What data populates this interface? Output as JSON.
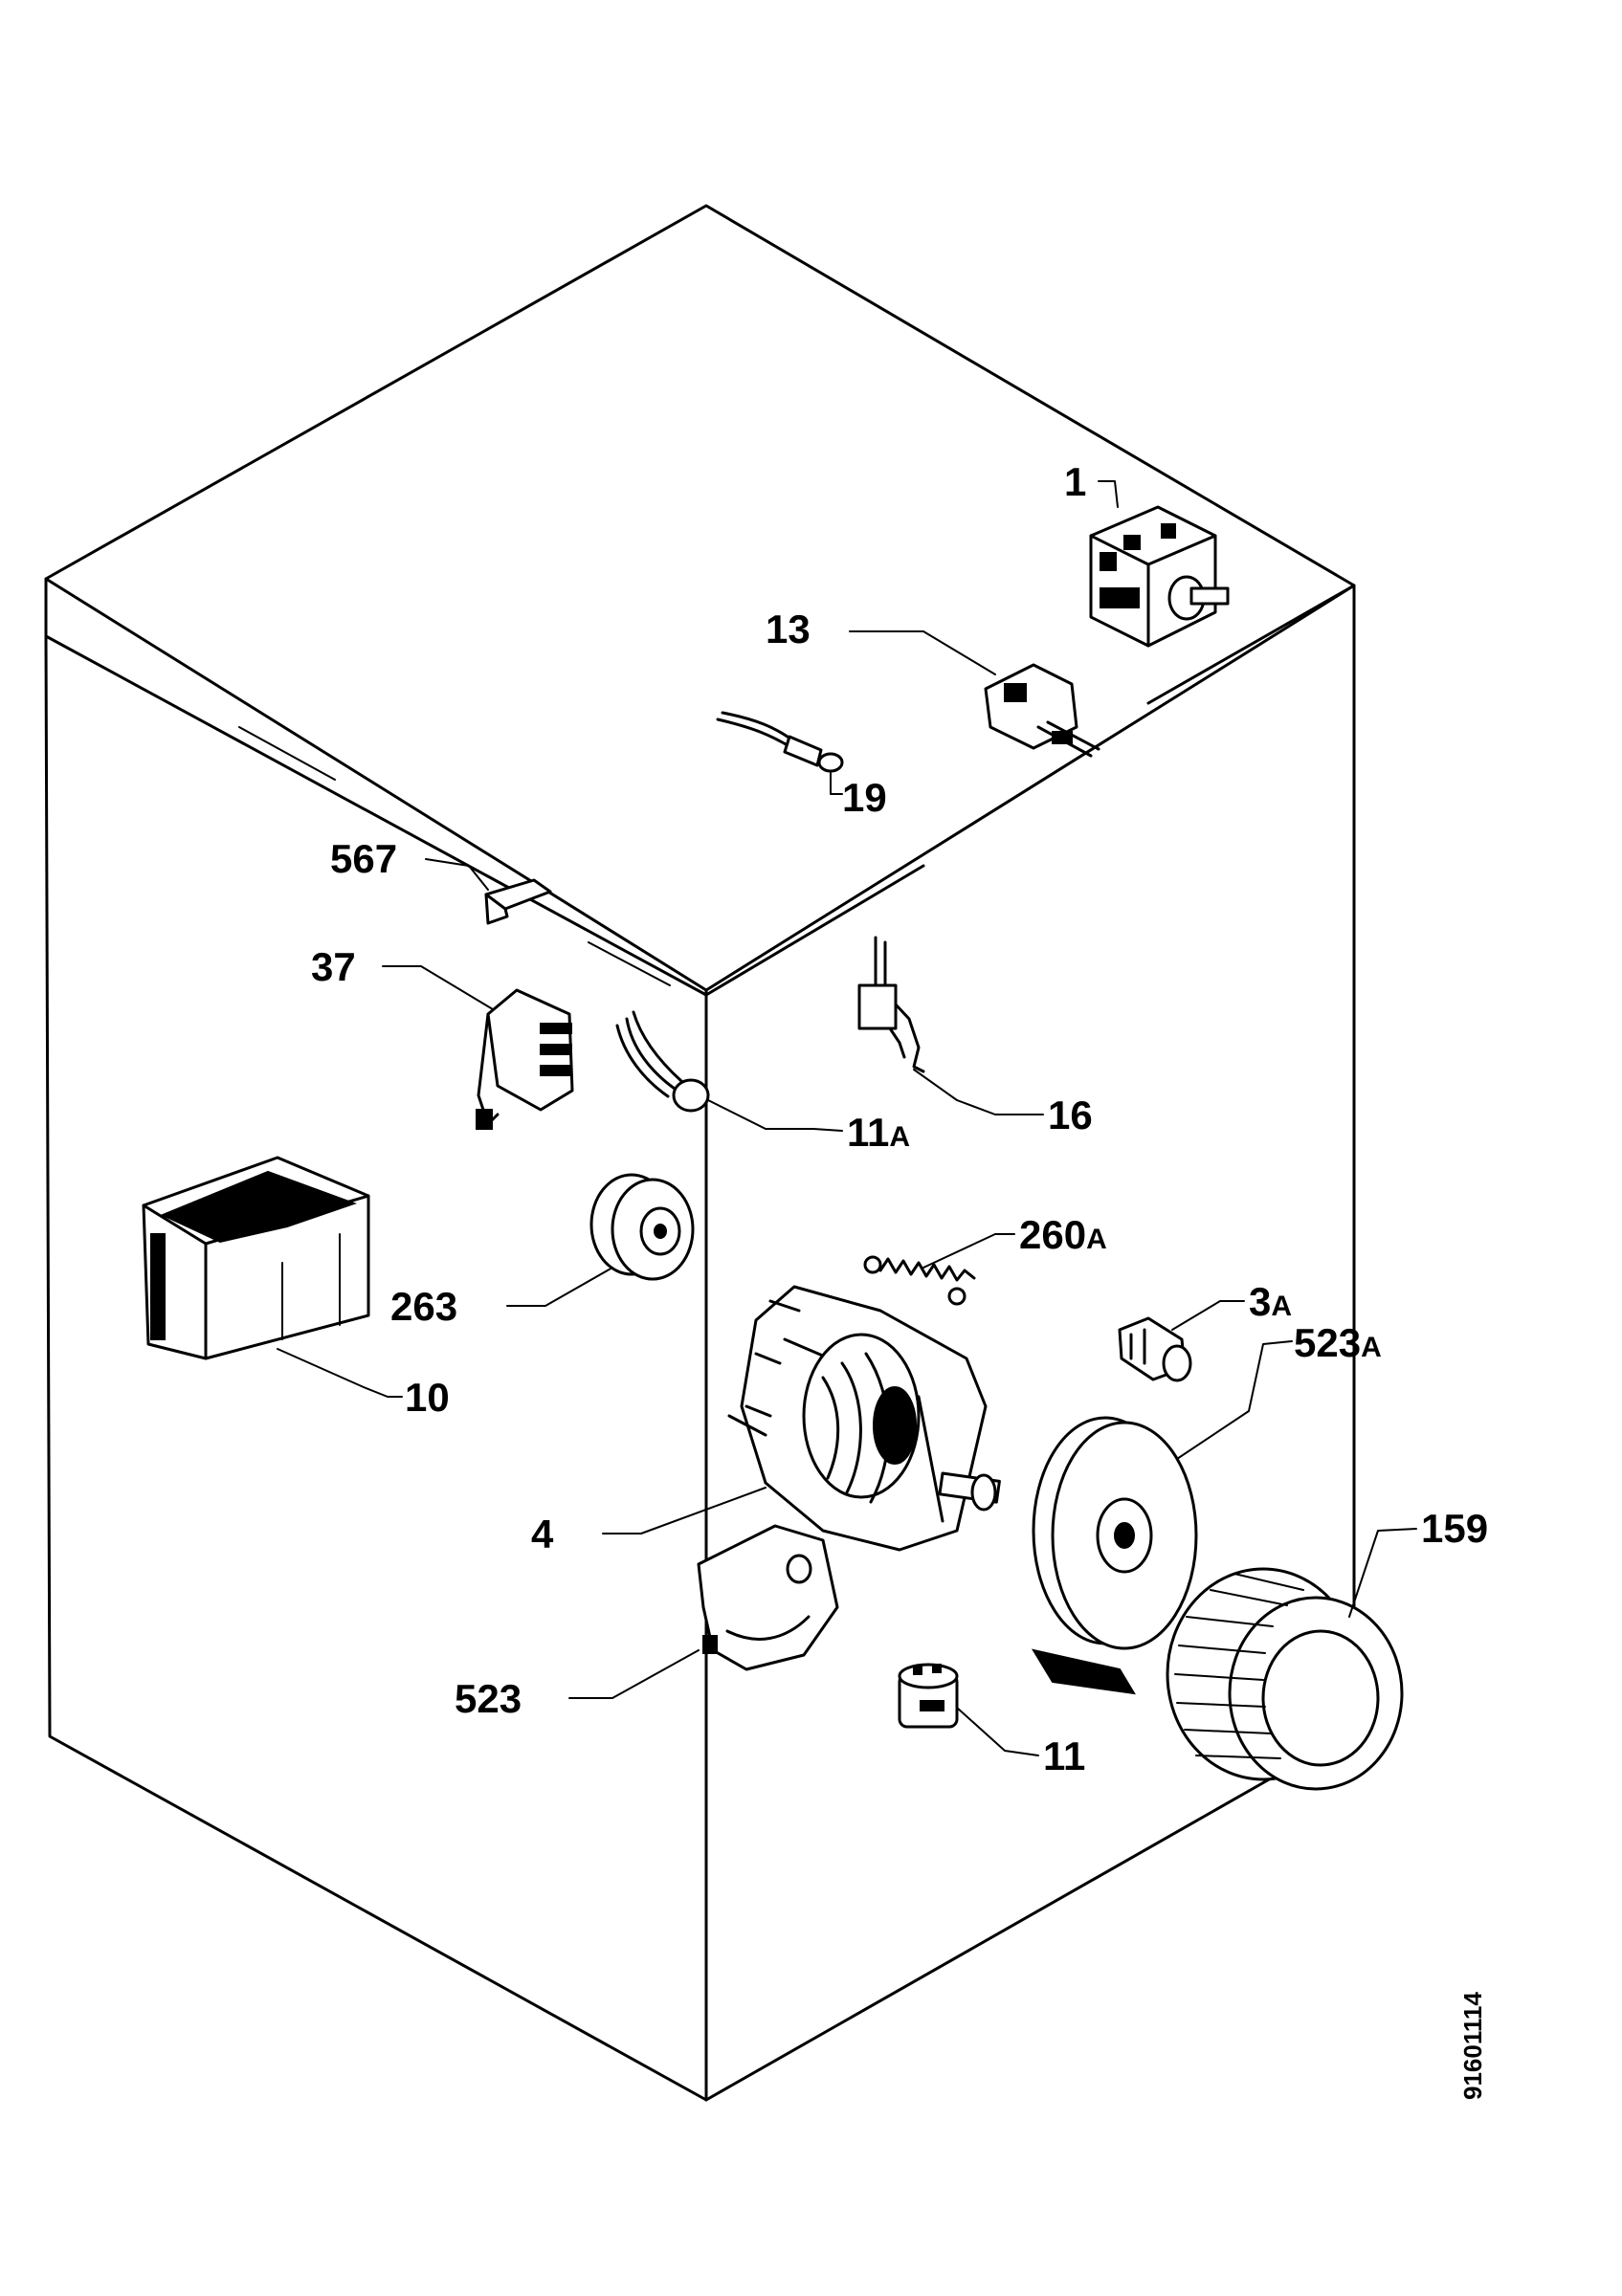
{
  "diagram": {
    "labels": [
      {
        "id": "p1",
        "number": "1",
        "suffix": ""
      },
      {
        "id": "p13",
        "number": "13",
        "suffix": ""
      },
      {
        "id": "p19",
        "number": "19",
        "suffix": ""
      },
      {
        "id": "p567",
        "number": "567",
        "suffix": ""
      },
      {
        "id": "p37",
        "number": "37",
        "suffix": ""
      },
      {
        "id": "p16",
        "number": "16",
        "suffix": ""
      },
      {
        "id": "p11a",
        "number": "11",
        "suffix": "A"
      },
      {
        "id": "p260a",
        "number": "260",
        "suffix": "A"
      },
      {
        "id": "p263",
        "number": "263",
        "suffix": ""
      },
      {
        "id": "p3a",
        "number": "3",
        "suffix": "A"
      },
      {
        "id": "p523a",
        "number": "523",
        "suffix": "A"
      },
      {
        "id": "p10",
        "number": "10",
        "suffix": ""
      },
      {
        "id": "p4",
        "number": "4",
        "suffix": ""
      },
      {
        "id": "p159",
        "number": "159",
        "suffix": ""
      },
      {
        "id": "p523",
        "number": "523",
        "suffix": ""
      },
      {
        "id": "p11",
        "number": "11",
        "suffix": ""
      }
    ],
    "drawing_code": "91601114"
  }
}
